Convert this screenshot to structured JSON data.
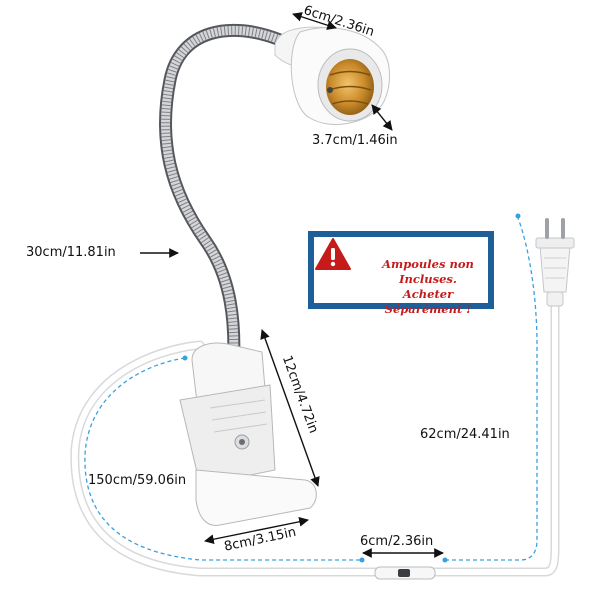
{
  "dimensions": {
    "socket_width": "6cm/2.36in",
    "socket_depth": "3.7cm/1.46in",
    "gooseneck_length": "30cm/11.81in",
    "clip_length": "12cm/4.72in",
    "clip_width": "8cm/3.15in",
    "cable_clip_to_switch": "150cm/59.06in",
    "cable_switch_to_plug": "62cm/24.41in",
    "switch_length": "6cm/2.36in"
  },
  "warning": {
    "line1": "Ampoules non Incluses.",
    "line2": "Acheter Séparément !",
    "icon": "warning-triangle-icon"
  },
  "colors": {
    "frame_blue": "#1f5f99",
    "warning_red": "#c51b1b",
    "dimension_dash": "#3aa0dc"
  }
}
